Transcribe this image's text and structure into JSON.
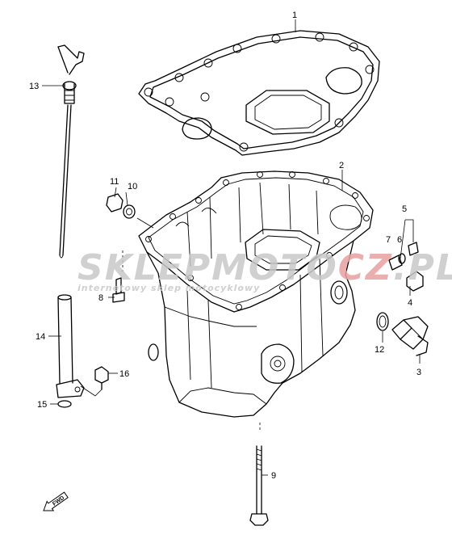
{
  "watermark": {
    "brand_left": "SKLEP",
    "brand_mid": "MOTO",
    "brand_accent": "CZ",
    "brand_right": ".PL",
    "tagline": "internetowy sklep motocyklowy",
    "color_grey": "#c8c8c8",
    "color_red": "#e8a0a0"
  },
  "fwd_marker": {
    "text": "FWD"
  },
  "callouts": {
    "c1": "1",
    "c2": "2",
    "c3": "3",
    "c4": "4",
    "c5": "5",
    "c6": "6",
    "c7": "7",
    "c8": "8",
    "c9": "9",
    "c10": "10",
    "c11": "11",
    "c12": "12",
    "c13": "13",
    "c14": "14",
    "c15": "15",
    "c16": "16"
  }
}
